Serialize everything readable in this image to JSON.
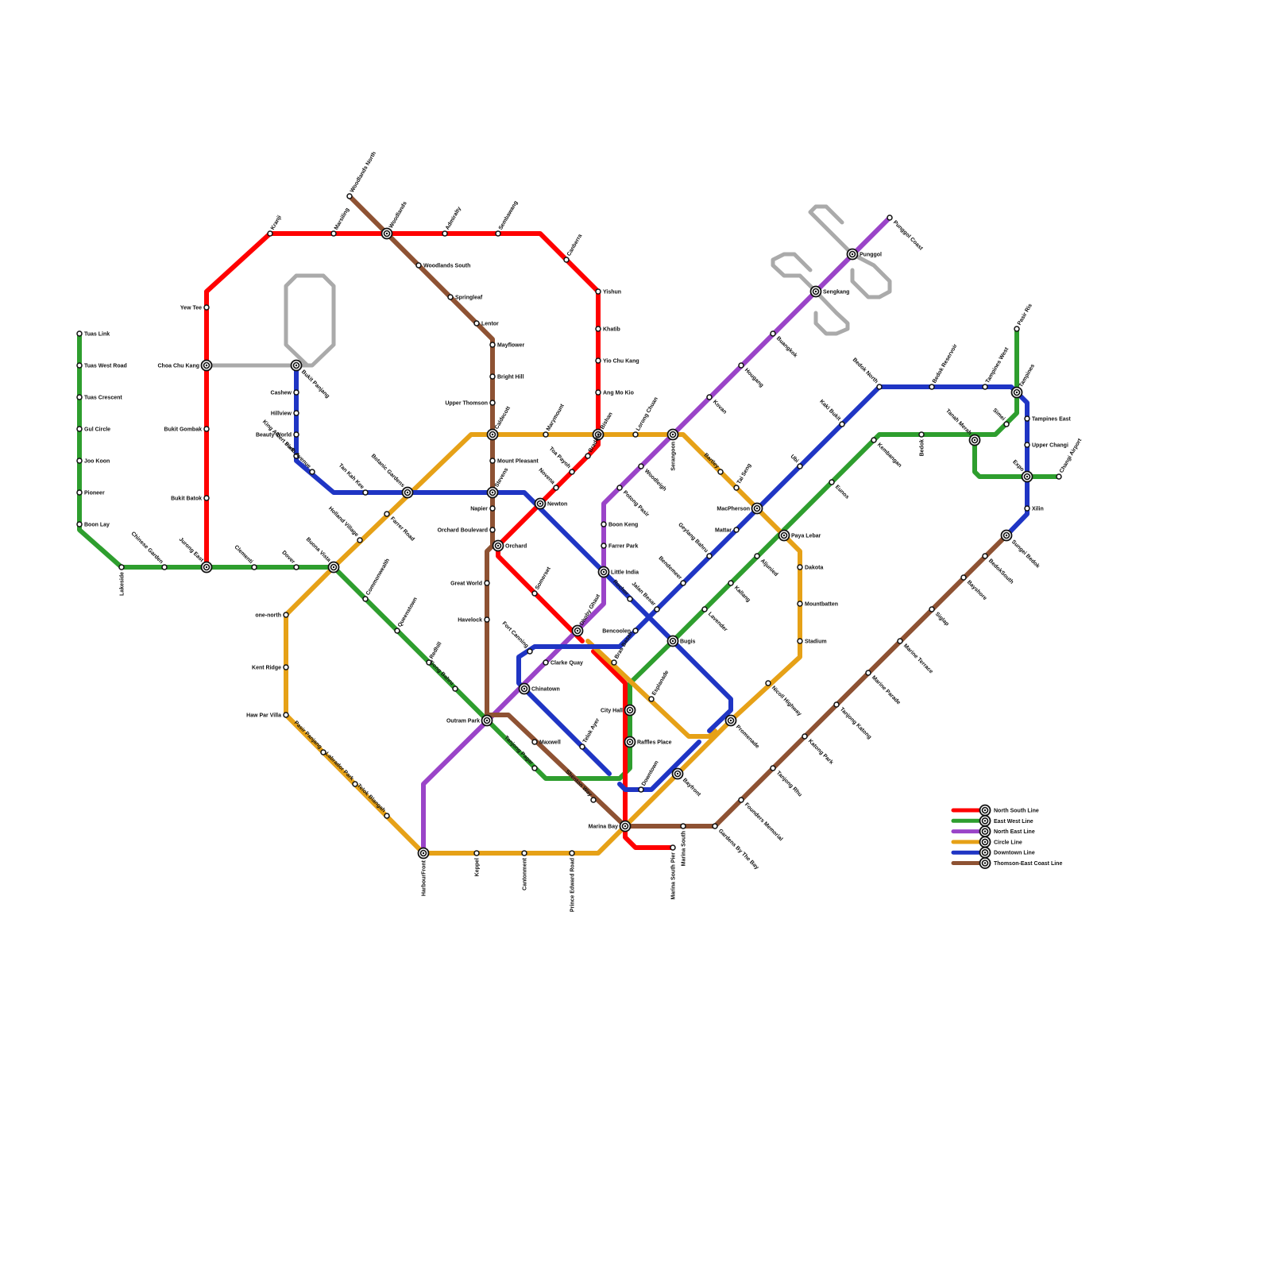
{
  "lines": [
    {
      "key": "NS",
      "name": "North South Line",
      "color": "#ff0000"
    },
    {
      "key": "EW",
      "name": "East West Line",
      "color": "#2e9e2e"
    },
    {
      "key": "NE",
      "name": "North East Line",
      "color": "#9a44c8"
    },
    {
      "key": "CC",
      "name": "Circle Line",
      "color": "#e6a117"
    },
    {
      "key": "DT",
      "name": "Downtown Line",
      "color": "#1f35c4"
    },
    {
      "key": "TE",
      "name": "Thomson-East Coast Line",
      "color": "#8e5233"
    },
    {
      "key": "LRT",
      "name": "",
      "color": "#aaaaaa"
    }
  ],
  "stations": [
    {
      "id": "tuas_link",
      "name": "Tuas Link"
    },
    {
      "id": "tuas_west_road",
      "name": "Tuas West Road"
    },
    {
      "id": "tuas_crescent",
      "name": "Tuas Crescent"
    },
    {
      "id": "gul_circle",
      "name": "Gul Circle"
    },
    {
      "id": "joo_koon",
      "name": "Joo Koon"
    },
    {
      "id": "pioneer",
      "name": "Pioneer"
    },
    {
      "id": "boon_lay",
      "name": "Boon Lay"
    },
    {
      "id": "lakeside",
      "name": "Lakeside"
    },
    {
      "id": "chinese_garden",
      "name": "Chinese Garden"
    },
    {
      "id": "jurong_east",
      "name": "Jurong East"
    },
    {
      "id": "clementi",
      "name": "Clementi"
    },
    {
      "id": "dover",
      "name": "Dover"
    },
    {
      "id": "buona_vista",
      "name": "Buona Vista"
    },
    {
      "id": "commonwealth",
      "name": "Commonwealth"
    },
    {
      "id": "queenstown",
      "name": "Queenstown"
    },
    {
      "id": "redhill",
      "name": "Redhill"
    },
    {
      "id": "tiong_bahru",
      "name": "Tiong Bahru"
    },
    {
      "id": "outram_park",
      "name": "Outram Park"
    },
    {
      "id": "tanjong_pagar",
      "name": "Tanjong Pagar"
    },
    {
      "id": "raffles_place",
      "name": "Raffles Place"
    },
    {
      "id": "city_hall",
      "name": "City Hall"
    },
    {
      "id": "bugis",
      "name": "Bugis"
    },
    {
      "id": "lavender",
      "name": "Lavender"
    },
    {
      "id": "kallang",
      "name": "Kallang"
    },
    {
      "id": "aljunied",
      "name": "Aljunied"
    },
    {
      "id": "paya_lebar",
      "name": "Paya Lebar"
    },
    {
      "id": "eunos",
      "name": "Eunos"
    },
    {
      "id": "kembangan",
      "name": "Kembangan"
    },
    {
      "id": "bedok",
      "name": "Bedok"
    },
    {
      "id": "tanah_merah",
      "name": "Tanah Merah"
    },
    {
      "id": "simei",
      "name": "Simei"
    },
    {
      "id": "tampines",
      "name": "Tampines"
    },
    {
      "id": "pasir_ris",
      "name": "Pasir Ris"
    },
    {
      "id": "expo",
      "name": "Expo"
    },
    {
      "id": "changi_airport",
      "name": "Changi Airport"
    },
    {
      "id": "yew_tee",
      "name": "Yew Tee"
    },
    {
      "id": "choa_chu_kang",
      "name": "Choa Chu Kang"
    },
    {
      "id": "bukit_gombak",
      "name": "Bukit Gombak"
    },
    {
      "id": "bukit_batok",
      "name": "Bukit Batok"
    },
    {
      "id": "kranji",
      "name": "Kranji"
    },
    {
      "id": "marsiling",
      "name": "Marsiling"
    },
    {
      "id": "woodlands",
      "name": "Woodlands"
    },
    {
      "id": "admiralty",
      "name": "Admiralty"
    },
    {
      "id": "sembawang",
      "name": "Sembawang"
    },
    {
      "id": "canberra",
      "name": "Canberra"
    },
    {
      "id": "yishun",
      "name": "Yishun"
    },
    {
      "id": "khatib",
      "name": "Khatib"
    },
    {
      "id": "yio_chu_kang",
      "name": "Yio Chu Kang"
    },
    {
      "id": "ang_mo_kio",
      "name": "Ang Mo Kio"
    },
    {
      "id": "bishan",
      "name": "Bishan"
    },
    {
      "id": "braddell",
      "name": "Braddell"
    },
    {
      "id": "toa_payoh",
      "name": "Toa Payoh"
    },
    {
      "id": "novena",
      "name": "Novena"
    },
    {
      "id": "newton",
      "name": "Newton"
    },
    {
      "id": "orchard",
      "name": "Orchard"
    },
    {
      "id": "somerset",
      "name": "Somerset"
    },
    {
      "id": "dhoby_ghaut",
      "name": "Dhoby Ghaut"
    },
    {
      "id": "marina_bay",
      "name": "Marina Bay"
    },
    {
      "id": "marina_south_pier",
      "name": "Marina South Pier"
    },
    {
      "id": "harbourfront",
      "name": "HarbourFront"
    },
    {
      "id": "chinatown",
      "name": "Chinatown"
    },
    {
      "id": "clarke_quay",
      "name": "Clarke Quay"
    },
    {
      "id": "little_india",
      "name": "Little India"
    },
    {
      "id": "farrer_park",
      "name": "Farrer Park"
    },
    {
      "id": "boon_keng",
      "name": "Boon Keng"
    },
    {
      "id": "potong_pasir",
      "name": "Potong Pasir"
    },
    {
      "id": "woodleigh",
      "name": "Woodleigh"
    },
    {
      "id": "serangoon",
      "name": "Serangoon"
    },
    {
      "id": "kovan",
      "name": "Kovan"
    },
    {
      "id": "hougang",
      "name": "Hougang"
    },
    {
      "id": "buangkok",
      "name": "Buangkok"
    },
    {
      "id": "sengkang",
      "name": "Sengkang"
    },
    {
      "id": "punggol",
      "name": "Punggol"
    },
    {
      "id": "punggol_coast",
      "name": "Punggol Coast"
    },
    {
      "id": "bras_basah",
      "name": "Bras Basah"
    },
    {
      "id": "esplanade",
      "name": "Esplanade"
    },
    {
      "id": "promenade",
      "name": "Promenade"
    },
    {
      "id": "nicoll_highway",
      "name": "Nicoll Highway"
    },
    {
      "id": "stadium",
      "name": "Stadium"
    },
    {
      "id": "mountbatten",
      "name": "Mountbatten"
    },
    {
      "id": "dakota",
      "name": "Dakota"
    },
    {
      "id": "macpherson",
      "name": "MacPherson"
    },
    {
      "id": "tai_seng",
      "name": "Tai Seng"
    },
    {
      "id": "bartley",
      "name": "Bartley"
    },
    {
      "id": "lorong_chuan",
      "name": "Lorong Chuan"
    },
    {
      "id": "marymount",
      "name": "Marymount"
    },
    {
      "id": "caldecott",
      "name": "Caldecott"
    },
    {
      "id": "botanic_gardens",
      "name": "Botanic Gardens"
    },
    {
      "id": "farrer_road",
      "name": "Farrer Road"
    },
    {
      "id": "holland_village",
      "name": "Holland Village"
    },
    {
      "id": "one_north",
      "name": "one-north"
    },
    {
      "id": "kent_ridge",
      "name": "Kent Ridge"
    },
    {
      "id": "haw_par_villa",
      "name": "Haw Par Villa"
    },
    {
      "id": "pasir_panjang",
      "name": "Pasir Panjang"
    },
    {
      "id": "labrador_park",
      "name": "Labrador Park"
    },
    {
      "id": "telok_blangah",
      "name": "Telok Blangah"
    },
    {
      "id": "keppel",
      "name": "Keppel"
    },
    {
      "id": "cantonment",
      "name": "Cantonment"
    },
    {
      "id": "prince_edward_road",
      "name": "Prince Edward Road"
    },
    {
      "id": "bukit_panjang",
      "name": "Bukit Panjang"
    },
    {
      "id": "cashew",
      "name": "Cashew"
    },
    {
      "id": "hillview",
      "name": "Hillview"
    },
    {
      "id": "beauty_world",
      "name": "Beauty World"
    },
    {
      "id": "king_albert_park",
      "name": "King Albert Park"
    },
    {
      "id": "sixth_avenue",
      "name": "Sixth Avenue"
    },
    {
      "id": "tan_kah_kee",
      "name": "Tan Kah Kee"
    },
    {
      "id": "stevens",
      "name": "Stevens"
    },
    {
      "id": "rochor",
      "name": "Rochor"
    },
    {
      "id": "jalan_besar",
      "name": "Jalan Besar"
    },
    {
      "id": "bencoolen",
      "name": "Bencoolen"
    },
    {
      "id": "fort_canning",
      "name": "Fort Canning"
    },
    {
      "id": "telok_ayer",
      "name": "Telok Ayer"
    },
    {
      "id": "downtown",
      "name": "Downtown"
    },
    {
      "id": "bayfront",
      "name": "Bayfront"
    },
    {
      "id": "bendemeer",
      "name": "Bendemeer"
    },
    {
      "id": "geylang_bahru",
      "name": "Geylang Bahru"
    },
    {
      "id": "mattar",
      "name": "Mattar"
    },
    {
      "id": "ubi",
      "name": "Ubi"
    },
    {
      "id": "kaki_bukit",
      "name": "Kaki Bukit"
    },
    {
      "id": "bedok_north",
      "name": "Bedok North"
    },
    {
      "id": "bedok_reservoir",
      "name": "Bedok Reservoir"
    },
    {
      "id": "tampines_west",
      "name": "Tampines West"
    },
    {
      "id": "tampines_east",
      "name": "Tampines East"
    },
    {
      "id": "upper_changi",
      "name": "Upper Changi"
    },
    {
      "id": "xilin",
      "name": "Xilin"
    },
    {
      "id": "woodlands_north",
      "name": "Woodlands North"
    },
    {
      "id": "woodlands_south",
      "name": "Woodlands South"
    },
    {
      "id": "springleaf",
      "name": "Springleaf"
    },
    {
      "id": "lentor",
      "name": "Lentor"
    },
    {
      "id": "mayflower",
      "name": "Mayflower"
    },
    {
      "id": "bright_hill",
      "name": "Bright Hill"
    },
    {
      "id": "upper_thomson",
      "name": "Upper Thomson"
    },
    {
      "id": "mount_pleasant",
      "name": "Mount Pleasant"
    },
    {
      "id": "napier",
      "name": "Napier"
    },
    {
      "id": "orchard_boulevard",
      "name": "Orchard Boulevard"
    },
    {
      "id": "great_world",
      "name": "Great World"
    },
    {
      "id": "havelock",
      "name": "Havelock"
    },
    {
      "id": "maxwell",
      "name": "Maxwell"
    },
    {
      "id": "shenton_way",
      "name": "Shenton Way"
    },
    {
      "id": "marina_south",
      "name": "Marina South"
    },
    {
      "id": "gardens_by_the_bay",
      "name": "Gardens By The Bay"
    },
    {
      "id": "founders_memorial",
      "name": "Founders Memorial"
    },
    {
      "id": "tanjong_rhu",
      "name": "Tanjong Rhu"
    },
    {
      "id": "katong_park",
      "name": "Katong Park"
    },
    {
      "id": "tanjong_katong",
      "name": "Tanjong Katong"
    },
    {
      "id": "marine_parade",
      "name": "Marine Parade"
    },
    {
      "id": "marine_terrace",
      "name": "Marine Terrace"
    },
    {
      "id": "siglap",
      "name": "Siglap"
    },
    {
      "id": "bayshore",
      "name": "Bayshore"
    },
    {
      "id": "bedok_south",
      "name": "BedokSouth"
    },
    {
      "id": "sungei_bedok",
      "name": "Sungei Bedok"
    }
  ]
}
